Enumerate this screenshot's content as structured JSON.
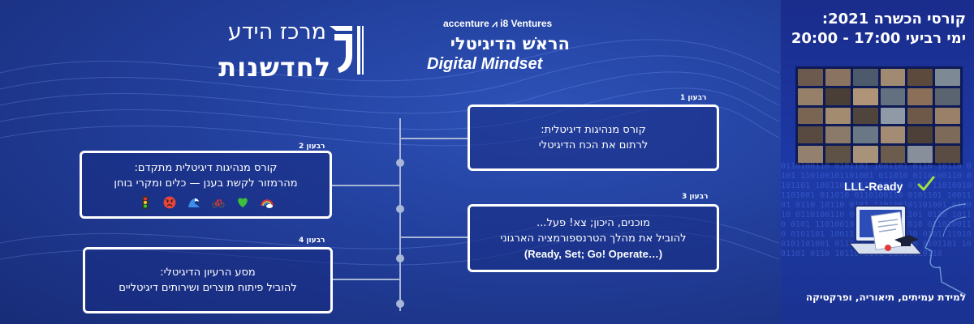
{
  "sidebar": {
    "heading_line1": "קורסי הכשרה 2021:",
    "heading_line2": "ימי רביעי 17:00 - 20:00",
    "lll_badge": "LLL-Ready",
    "footer": "למידת עמיתים, תיאוריה, ופרקטיקה"
  },
  "logos": {
    "center_line1": "מרכז הידע",
    "center_line2": "לחדשנות",
    "accenture_top": "accenture ⩘ i8 Ventures",
    "program_hebrew": "הראֹש  הדיגיטלי",
    "program_english": "Digital Mindset"
  },
  "courses": [
    {
      "tag": "רבעון 1",
      "title": "קורס מנהיגות דיגיטלית:",
      "subtitle": "לרתום את הכח הדיגיטלי"
    },
    {
      "tag": "רבעון 2",
      "title": "קורס מנהיגות דיגיטלית מתקדם:",
      "subtitle": "מהרמזור לקשת בענן — כלים ומקרי בוחן"
    },
    {
      "tag": "רבעון 3",
      "title": "מוכנים, היכון; צא! פעל...",
      "subtitle": "להוביל את מהלך הטרנספורמציה הארגוני",
      "english": "(Ready, Set; Go! Operate…)"
    },
    {
      "tag": "רבעון 4",
      "title": "מסע הרעיון הדיגיטלי:",
      "subtitle": "להוביל פיתוח מוצרים ושירותים דיגיטליים"
    }
  ],
  "icons": [
    "traffic-light-icon",
    "angry-face-icon",
    "wave-icon",
    "bicycle-icon",
    "green-heart-icon",
    "rainbow-cloud-icon"
  ]
}
